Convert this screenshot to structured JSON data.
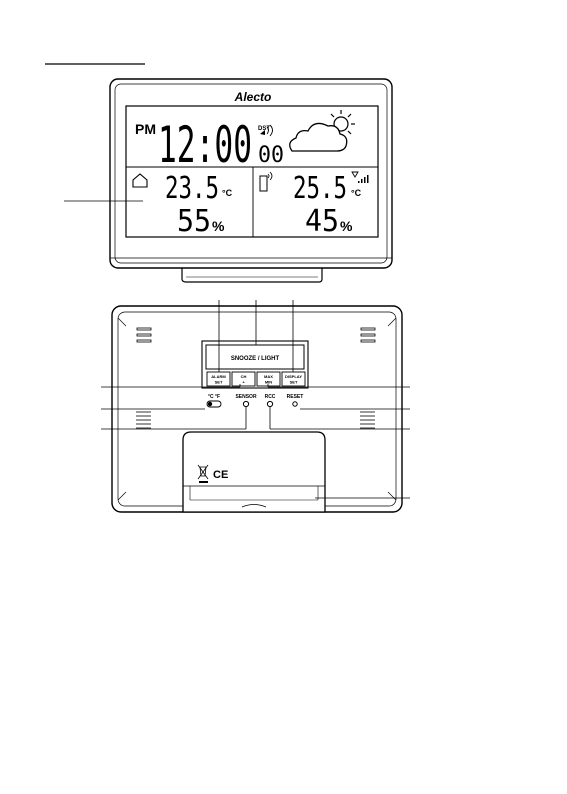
{
  "brand": "Alecto",
  "display": {
    "ampm": "PM",
    "time": "12:00",
    "dst": "DST",
    "seconds": "00",
    "indoor_temp": "23.5",
    "indoor_unit": "°C",
    "indoor_humidity": "55",
    "outdoor_temp": "25.5",
    "outdoor_unit": "°C",
    "outdoor_humidity": "45",
    "percent": "%"
  },
  "back": {
    "snooze_label": "SNOOZE / LIGHT",
    "buttons": [
      {
        "line1": "ALARM",
        "line2": "SET"
      },
      {
        "line1": "CH",
        "line2": "+"
      },
      {
        "line1": "MAX",
        "line2": "MIN"
      },
      {
        "line1": "DISPLAY",
        "line2": "SET"
      }
    ],
    "unit_switch": "°C  °F",
    "sensor_label": "SENSOR",
    "rcc_label": "RCC",
    "reset_label": "RESET",
    "ce_mark": "CE"
  }
}
